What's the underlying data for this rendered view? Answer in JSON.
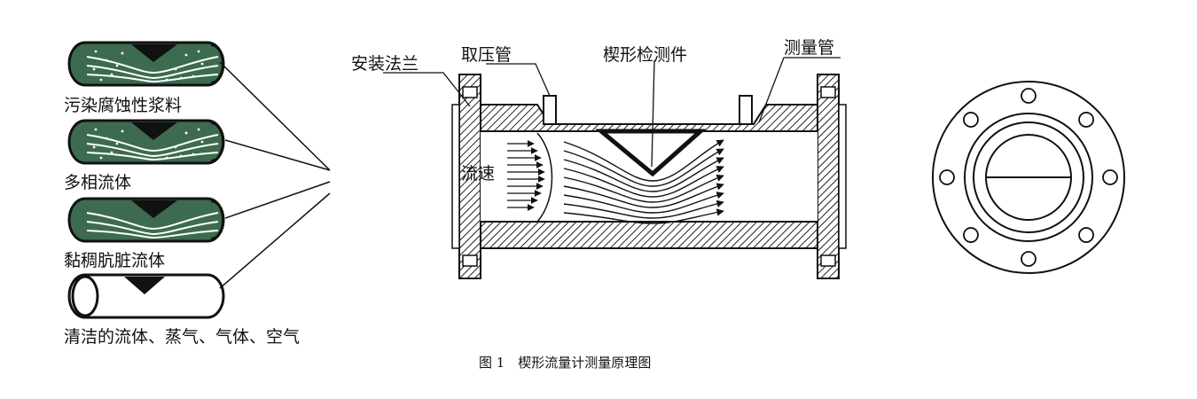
{
  "legend": {
    "items": [
      {
        "label": "污染腐蚀性浆料",
        "fill": "#3d6b4f",
        "dots": true
      },
      {
        "label": "多相流体",
        "fill": "#3d6b4f",
        "dots": true
      },
      {
        "label": "黏稠肮脏流体",
        "fill": "#3d6b4f",
        "dots": false
      },
      {
        "label": "清洁的流体、蒸气、气体、空气",
        "fill": "#ffffff",
        "dots": false
      }
    ]
  },
  "section": {
    "flange_label": "安装法兰",
    "tap_label": "取压管",
    "wedge_label": "楔形检测件",
    "tube_label": "测量管",
    "velocity_label": "流速"
  },
  "caption": {
    "text": "图 1　楔形流量计测量原理图"
  },
  "colors": {
    "pipe_green": "#3d6b4f",
    "line": "#1a1a1a",
    "background": "#ffffff"
  }
}
